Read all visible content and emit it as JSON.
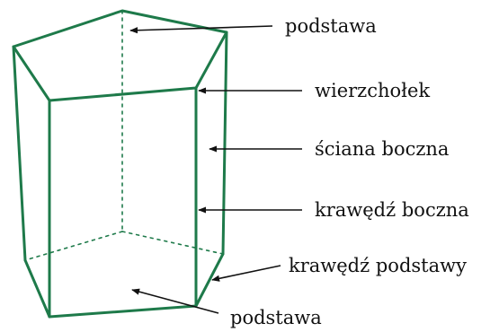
{
  "labels": {
    "top_base": "podstawa",
    "vertex": "wierzchołek",
    "lateral_face": "ściana boczna",
    "lateral_edge": "krawędź boczna",
    "base_edge": "krawędź podstawy",
    "bottom_base": "podstawa"
  },
  "colors": {
    "edge": "#1e7a4a",
    "text": "#111111"
  }
}
